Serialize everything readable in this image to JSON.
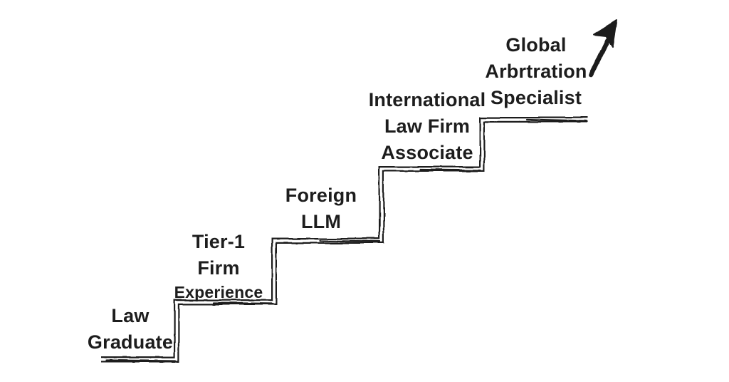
{
  "colors": {
    "ink": "#1d1d1d",
    "background": "#ffffff"
  },
  "steps": [
    {
      "order": 1,
      "label": "Law Graduate",
      "lines": [
        "Law",
        "Graduate"
      ]
    },
    {
      "order": 2,
      "label": "Tier-1 Firm Experience",
      "lines": [
        "Tier-1",
        "Firm",
        "Experience"
      ]
    },
    {
      "order": 3,
      "label": "Foreign LLM",
      "lines": [
        "Foreign",
        "LLM"
      ]
    },
    {
      "order": 4,
      "label": "International Law Firm Associate",
      "lines": [
        "International",
        "Law Firm",
        "Associate"
      ]
    },
    {
      "order": 5,
      "label": "Global Arbrtration Specialist",
      "lines": [
        "Global",
        "Arbrtration",
        "Specialist"
      ]
    }
  ],
  "icons": {
    "arrow": "growth-arrow-icon"
  }
}
